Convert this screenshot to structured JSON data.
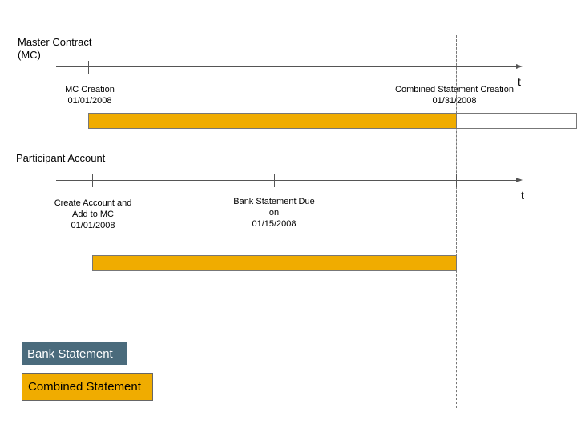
{
  "master_contract": {
    "title_line1": "Master Contract",
    "title_line2": "(MC)",
    "axis_end_label": "t",
    "events": [
      {
        "line1": "MC Creation",
        "line2": "01/01/2008"
      },
      {
        "line1": "Combined Statement Creation",
        "line2": "01/31/2008"
      }
    ]
  },
  "participant_account": {
    "title": "Participant Account",
    "axis_end_label": "t",
    "events": [
      {
        "line1": "Create Account and",
        "line2": "Add to MC",
        "line3": "01/01/2008"
      },
      {
        "line1": "Bank Statement Due",
        "line2": "on",
        "line3": "01/15/2008"
      }
    ]
  },
  "legend": {
    "bank_statement": "Bank Statement",
    "combined_statement": "Combined Statement"
  },
  "colors": {
    "bank_statement": "#4a6b7c",
    "combined_statement": "#f0ac00",
    "axis": "#555555"
  }
}
